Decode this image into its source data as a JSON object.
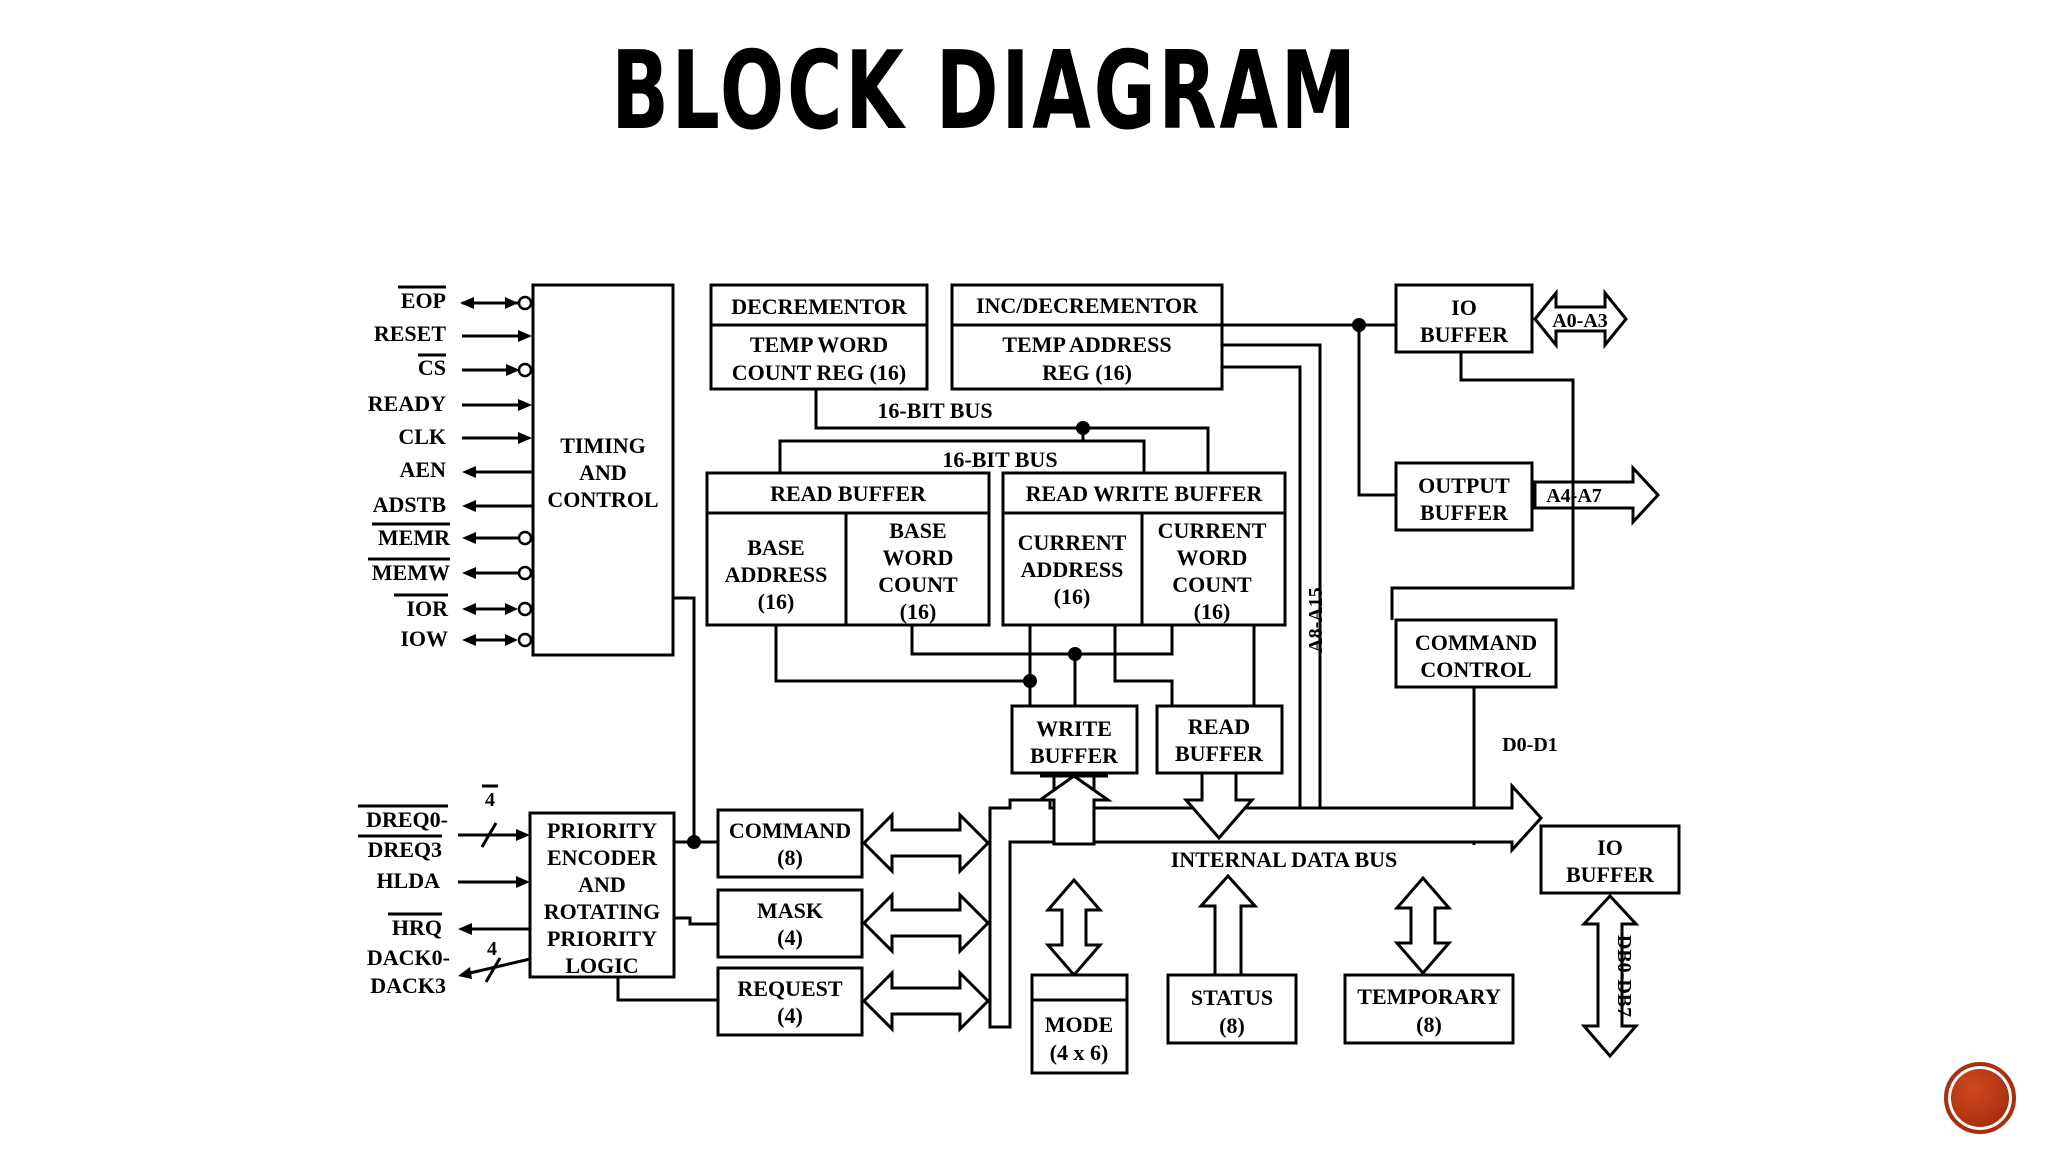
{
  "slide": {
    "title": "BLOCK DIAGRAM"
  },
  "signals_left": [
    "EOP",
    "RESET",
    "CS",
    "READY",
    "CLK",
    "AEN",
    "ADSTB",
    "MEMR",
    "MEMW",
    "IOR",
    "IOW"
  ],
  "signals_lower_left": [
    "DREQ0-",
    "DREQ3",
    "HLDA",
    "HRQ",
    "DACK0-",
    "DACK3"
  ],
  "bus_width_labels": [
    "4",
    "4"
  ],
  "blocks": {
    "timing": [
      "TIMING",
      "AND",
      "CONTROL"
    ],
    "decrementor": {
      "header": "DECREMENTOR",
      "body": [
        "TEMP WORD",
        "COUNT REG (16)"
      ]
    },
    "incdecrementor": {
      "header": "INC/DECREMENTOR",
      "body": [
        "TEMP ADDRESS",
        "REG (16)"
      ]
    },
    "io_buffer_top": [
      "IO",
      "BUFFER"
    ],
    "output_buffer": [
      "OUTPUT",
      "BUFFER"
    ],
    "read_buffer_group": {
      "header": "READ BUFFER",
      "left": [
        "BASE",
        "ADDRESS",
        "(16)"
      ],
      "right": [
        "BASE",
        "WORD",
        "COUNT",
        "(16)"
      ]
    },
    "read_write_buffer_group": {
      "header": "READ WRITE BUFFER",
      "left": [
        "CURRENT",
        "ADDRESS",
        "(16)"
      ],
      "right": [
        "CURRENT",
        "WORD",
        "COUNT",
        "(16)"
      ]
    },
    "command_control": [
      "COMMAND",
      "CONTROL"
    ],
    "write_buffer": [
      "WRITE",
      "BUFFER"
    ],
    "read_buffer_small": [
      "READ",
      "BUFFER"
    ],
    "priority": [
      "PRIORITY",
      "ENCODER",
      "AND",
      "ROTATING",
      "PRIORITY",
      "LOGIC"
    ],
    "command": [
      "COMMAND",
      "(8)"
    ],
    "mask": [
      "MASK",
      "(4)"
    ],
    "request": [
      "REQUEST",
      "(4)"
    ],
    "mode": [
      "MODE",
      "(4 x 6)"
    ],
    "status": [
      "STATUS",
      "(8)"
    ],
    "temporary": [
      "TEMPORARY",
      "(8)"
    ],
    "io_buffer_bottom": [
      "IO",
      "BUFFER"
    ]
  },
  "bus_labels": {
    "bus16_a": "16-BIT BUS",
    "bus16_b": "16-BIT BUS",
    "a0_a3": "A0-A3",
    "a4_a7": "A4-A7",
    "a8_a15": "A8-A15",
    "d0_d1": "D0-D1",
    "internal_bus": "INTERNAL DATA BUS",
    "db0_db7": "DB0-DB7"
  }
}
